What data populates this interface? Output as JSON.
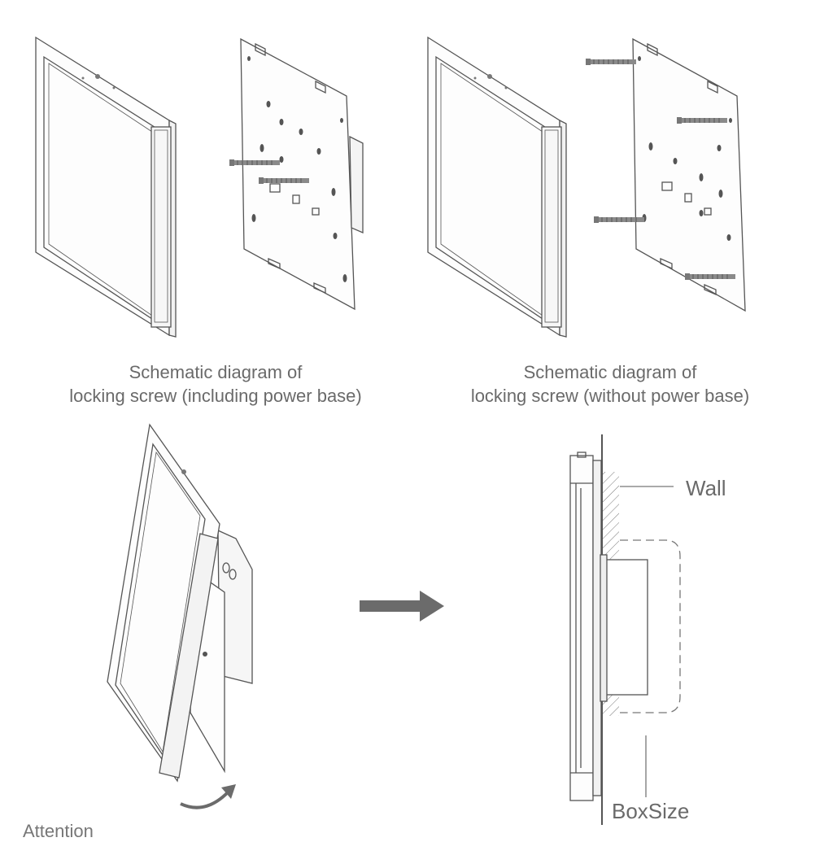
{
  "captions": {
    "left": {
      "line1": "Schematic diagram of",
      "line2": "locking screw (including power base)"
    },
    "right": {
      "line1": "Schematic diagram of",
      "line2": "locking screw (without power base)"
    }
  },
  "labels": {
    "wall": "Wall",
    "box_size": "BoxSize"
  },
  "footer": {
    "text": "Attention"
  },
  "colors": {
    "line": "#555555",
    "arrow": "#6b6b6b",
    "text": "#6a6a6a"
  }
}
